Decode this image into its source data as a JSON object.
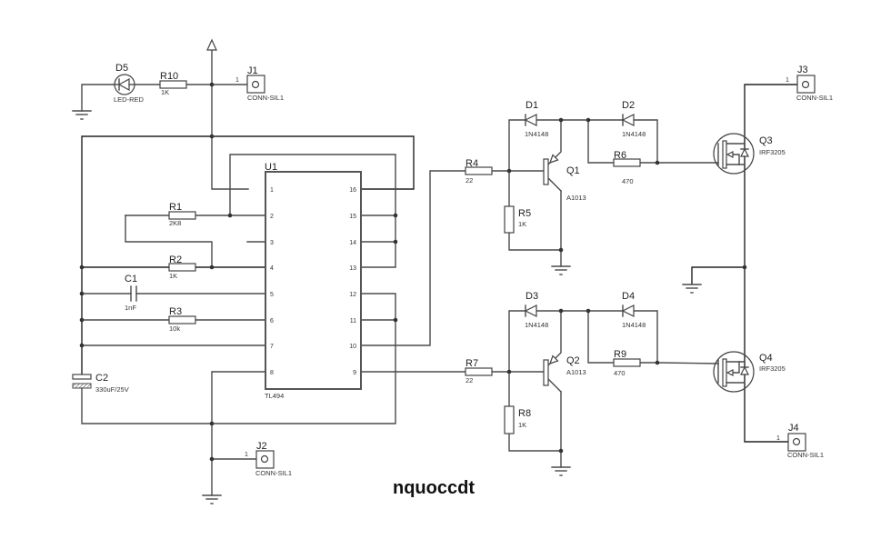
{
  "schematic": {
    "author_label": "nquoccdt",
    "symbols": {
      "power": "power-arrow-icon",
      "ground": "ground-icon",
      "junction": "junction-dot"
    },
    "components": {
      "d5": {
        "ref": "D5",
        "value": "LED-RED"
      },
      "r10": {
        "ref": "R10",
        "value": "1K"
      },
      "j1": {
        "ref": "J1",
        "value": "CONN-SIL1",
        "pin": "1"
      },
      "j2": {
        "ref": "J2",
        "value": "CONN-SIL1",
        "pin": "1"
      },
      "j3": {
        "ref": "J3",
        "value": "CONN-SIL1",
        "pin": "1"
      },
      "j4": {
        "ref": "J4",
        "value": "CONN-SIL1",
        "pin": "1"
      },
      "u1": {
        "ref": "U1",
        "value": "TL494",
        "pins_left": [
          "1",
          "2",
          "3",
          "4",
          "5",
          "6",
          "7",
          "8"
        ],
        "pins_right": [
          "16",
          "15",
          "14",
          "13",
          "12",
          "11",
          "10",
          "9"
        ]
      },
      "r1": {
        "ref": "R1",
        "value": "2K8"
      },
      "r2": {
        "ref": "R2",
        "value": "1K"
      },
      "r3": {
        "ref": "R3",
        "value": "10k"
      },
      "c1": {
        "ref": "C1",
        "value": "1nF"
      },
      "c2": {
        "ref": "C2",
        "value": "330uF/25V"
      },
      "r4": {
        "ref": "R4",
        "value": "22"
      },
      "r5": {
        "ref": "R5",
        "value": "1K"
      },
      "r6": {
        "ref": "R6",
        "value": "470"
      },
      "r7": {
        "ref": "R7",
        "value": "22"
      },
      "r8": {
        "ref": "R8",
        "value": "1K"
      },
      "r9": {
        "ref": "R9",
        "value": "470"
      },
      "d1": {
        "ref": "D1",
        "value": "1N4148"
      },
      "d2": {
        "ref": "D2",
        "value": "1N4148"
      },
      "d3": {
        "ref": "D3",
        "value": "1N4148"
      },
      "d4": {
        "ref": "D4",
        "value": "1N4148"
      },
      "q1": {
        "ref": "Q1",
        "value": "A1013"
      },
      "q2": {
        "ref": "Q2",
        "value": "A1013"
      },
      "q3": {
        "ref": "Q3",
        "value": "IRF3205"
      },
      "q4": {
        "ref": "Q4",
        "value": "IRF3205"
      }
    }
  }
}
